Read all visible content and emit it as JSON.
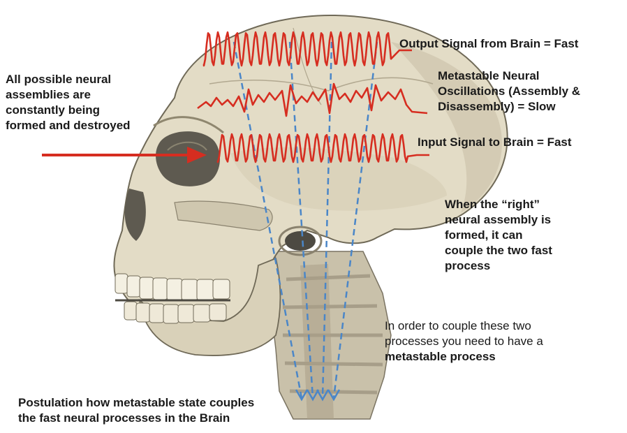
{
  "labels": {
    "left": {
      "line1": "All possible neural",
      "line2": "assemblies  are",
      "line3": "constantly being",
      "line4": "formed and destroyed"
    },
    "output_signal": "Output Signal from Brain = Fast",
    "metastable": {
      "line1": "Metastable Neural",
      "line2": "Oscillations (Assembly &",
      "line3": "Disassembly)  = Slow"
    },
    "input_signal": "Input Signal to Brain = Fast",
    "right_assembly": {
      "line1": "When the “right”",
      "line2": "neural assembly is",
      "line3": "formed, it can",
      "line4": "couple the two fast",
      "line5": "process"
    },
    "couple_note": {
      "line1": "In order to couple these two",
      "line2": "processes you need to have a",
      "line3_bold": "metastable process"
    },
    "caption": {
      "line1": "Postulation how metastable state couples",
      "line2": "the fast neural processes in the Brain"
    }
  },
  "colors": {
    "wave": "#d62d20",
    "arrow": "#d62d20",
    "dashed_lines": "#4a86c8",
    "skull_bone": "#e3dcc6",
    "skull_shadow": "#b9b09a",
    "skull_dark": "#5e5a50",
    "text": "#1a1a1a"
  },
  "icons": {
    "skull": "skull-illustration",
    "arrow": "red-arrow-right"
  }
}
